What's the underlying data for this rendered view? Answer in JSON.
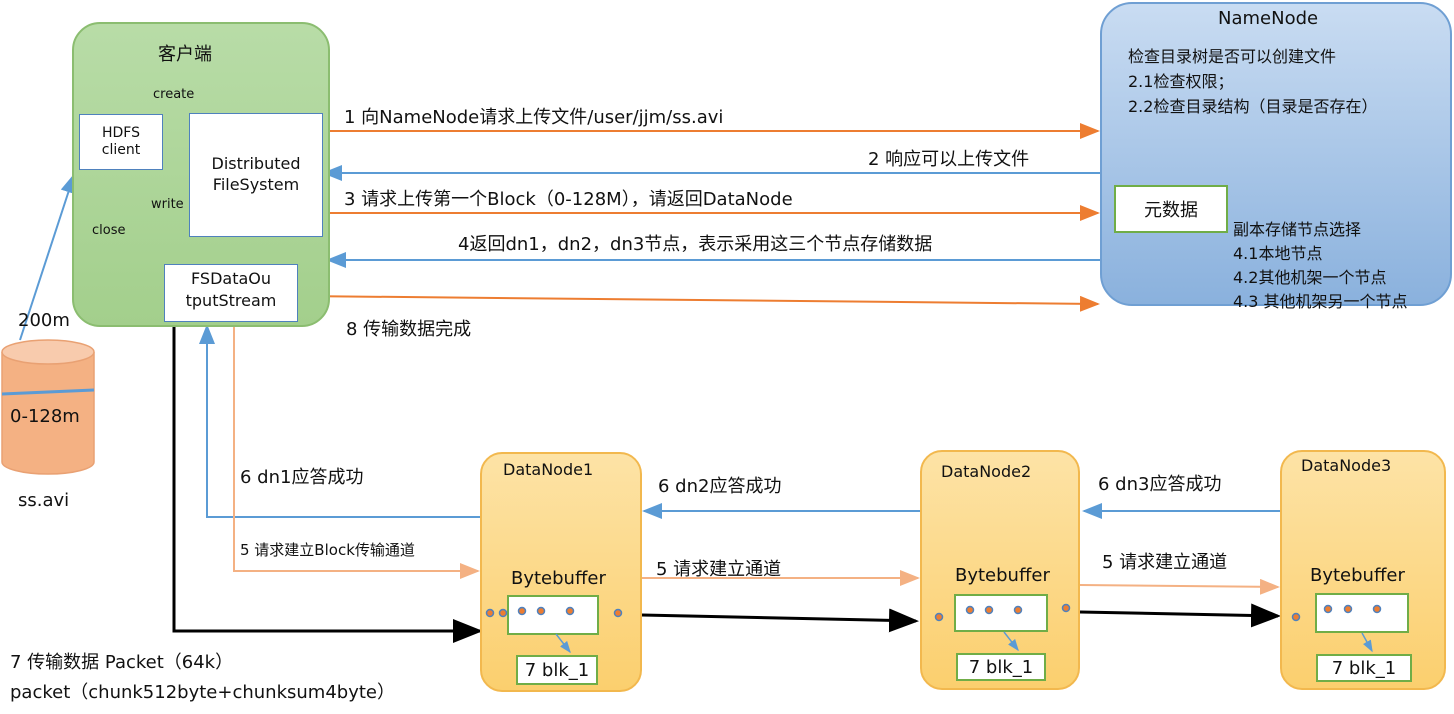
{
  "client": {
    "title": "客户端",
    "hdfs_client": "HDFS client",
    "distributed_fs": "Distributed FileSystem",
    "fsdataoutputstream_line1": "FSDataOu",
    "fsdataoutputstream_line2": "tputStream",
    "create_label": "create",
    "write_label": "write",
    "close_label": "close"
  },
  "namenode": {
    "title": "NameNode",
    "check_lines": [
      "检查目录树是否可以创建文件",
      "2.1检查权限；",
      "2.2检查目录结构（目录是否存在）"
    ],
    "metadata": "元数据",
    "replica_lines": [
      "副本存储节点选择",
      "4.1本地节点",
      "4.2其他机架一个节点",
      "4.3 其他机架另一个节点"
    ]
  },
  "file": {
    "size_label": "200m",
    "block_label": "0-128m",
    "name": "ss.avi"
  },
  "messages": {
    "m1": "1 向NameNode请求上传文件/user/jjm/ss.avi",
    "m2": "2 响应可以上传文件",
    "m3": "3 请求上传第一个Block（0-128M），请返回DataNode",
    "m4": "4返回dn1，dn2，dn3节点，表示采用这三个节点存储数据",
    "m8": "8 传输数据完成",
    "m5_client": "5 请求建立Block传输通道",
    "m6_dn1": "6 dn1应答成功",
    "m6_dn2": "6 dn2应答成功",
    "m6_dn3": "6 dn3应答成功",
    "m5_dn12": "5 请求建立通道",
    "m5_dn23": "5 请求建立通道",
    "m7_line1": "7 传输数据  Packet（64k）",
    "m7_line2": "packet（chunk512byte+chunksum4byte）"
  },
  "datanodes": [
    {
      "title": "DataNode1",
      "buffer": "Bytebuffer",
      "block": "7 blk_1"
    },
    {
      "title": "DataNode2",
      "buffer": "Bytebuffer",
      "block": "7 blk_1"
    },
    {
      "title": "DataNode3",
      "buffer": "Bytebuffer",
      "block": "7 blk_1"
    }
  ],
  "colors": {
    "orange_arrow": "#ed7d31",
    "light_orange_arrow": "#f4b183",
    "blue_arrow": "#5b9bd5",
    "black_arrow": "#000000",
    "client_fill": "#a9d18e",
    "namenode_fill": "#9dc3e6",
    "datanode_fill": "#ffd966",
    "file_fill": "#f4b183"
  }
}
